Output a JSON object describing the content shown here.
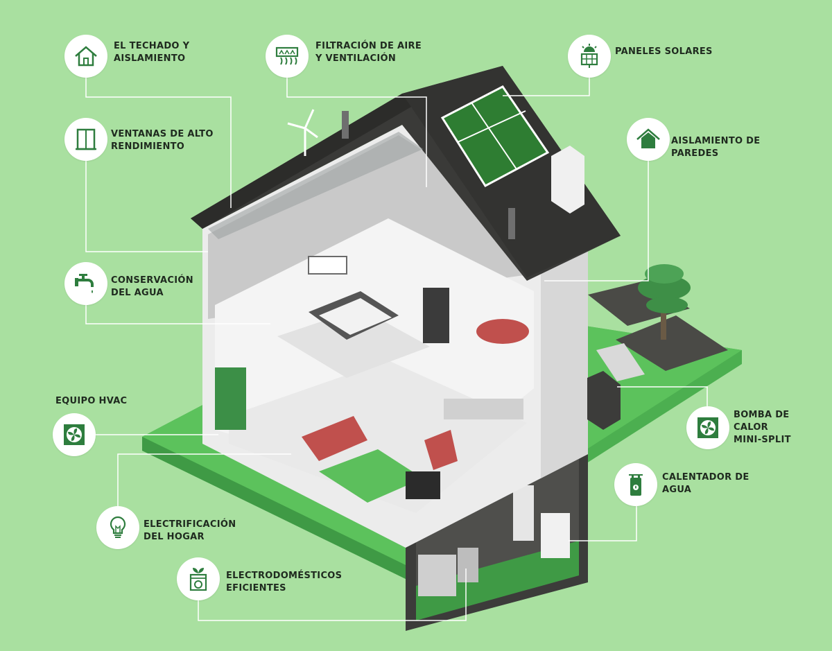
{
  "background_color": "#a9e0a0",
  "accent_color": "#2e7d3e",
  "callouts": [
    {
      "id": "roof",
      "icon": "house-outline-icon",
      "lines": [
        "EL TECHADO Y",
        "AISLAMIENTO"
      ]
    },
    {
      "id": "air",
      "icon": "air-filter-icon",
      "lines": [
        "FILTRACIÓN DE AIRE",
        "Y VENTILACIÓN"
      ]
    },
    {
      "id": "solar",
      "icon": "solar-panel-icon",
      "lines": [
        "PANELES SOLARES"
      ]
    },
    {
      "id": "windows",
      "icon": "window-icon",
      "lines": [
        "VENTANAS DE ALTO",
        "RENDIMIENTO"
      ]
    },
    {
      "id": "walls",
      "icon": "house-filled-icon",
      "lines": [
        "AISLAMIENTO DE",
        "PAREDES"
      ]
    },
    {
      "id": "water",
      "icon": "faucet-icon",
      "lines": [
        "CONSERVACIÓN",
        "DEL AGUA"
      ]
    },
    {
      "id": "hvac",
      "icon": "fan-icon",
      "lines": [
        "EQUIPO HVAC"
      ]
    },
    {
      "id": "heatpump",
      "icon": "fan-icon",
      "lines": [
        "BOMBA DE",
        "CALOR",
        "MINI-SPLIT"
      ]
    },
    {
      "id": "heater",
      "icon": "water-heater-icon",
      "lines": [
        "CALENTADOR DE",
        "AGUA"
      ]
    },
    {
      "id": "electric",
      "icon": "light-bulb-icon",
      "lines": [
        "ELECTRIFICACIÓN",
        "DEL HOGAR"
      ]
    },
    {
      "id": "appliances",
      "icon": "washing-machine-icon",
      "lines": [
        "ELECTRODOMÉSTICOS",
        "EFICIENTES"
      ]
    }
  ]
}
